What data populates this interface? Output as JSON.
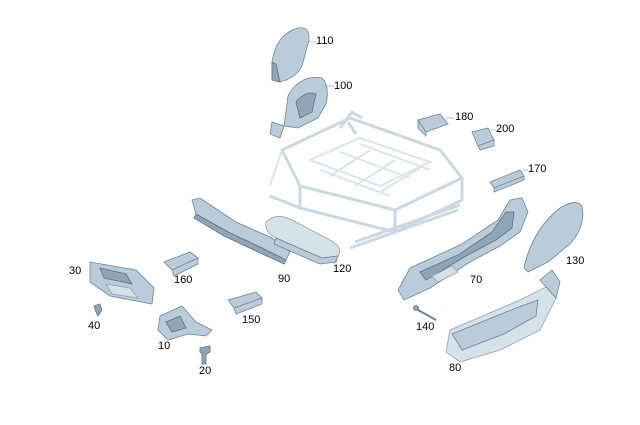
{
  "diagram": {
    "callouts": {
      "p110": "110",
      "p100": "100",
      "p180": "180",
      "p200": "200",
      "p170": "170",
      "p30": "30",
      "p40": "40",
      "p160": "160",
      "p90": "90",
      "p120": "120",
      "p70": "70",
      "p130": "130",
      "p150": "150",
      "p140": "140",
      "p10": "10",
      "p20": "20",
      "p80": "80"
    }
  }
}
